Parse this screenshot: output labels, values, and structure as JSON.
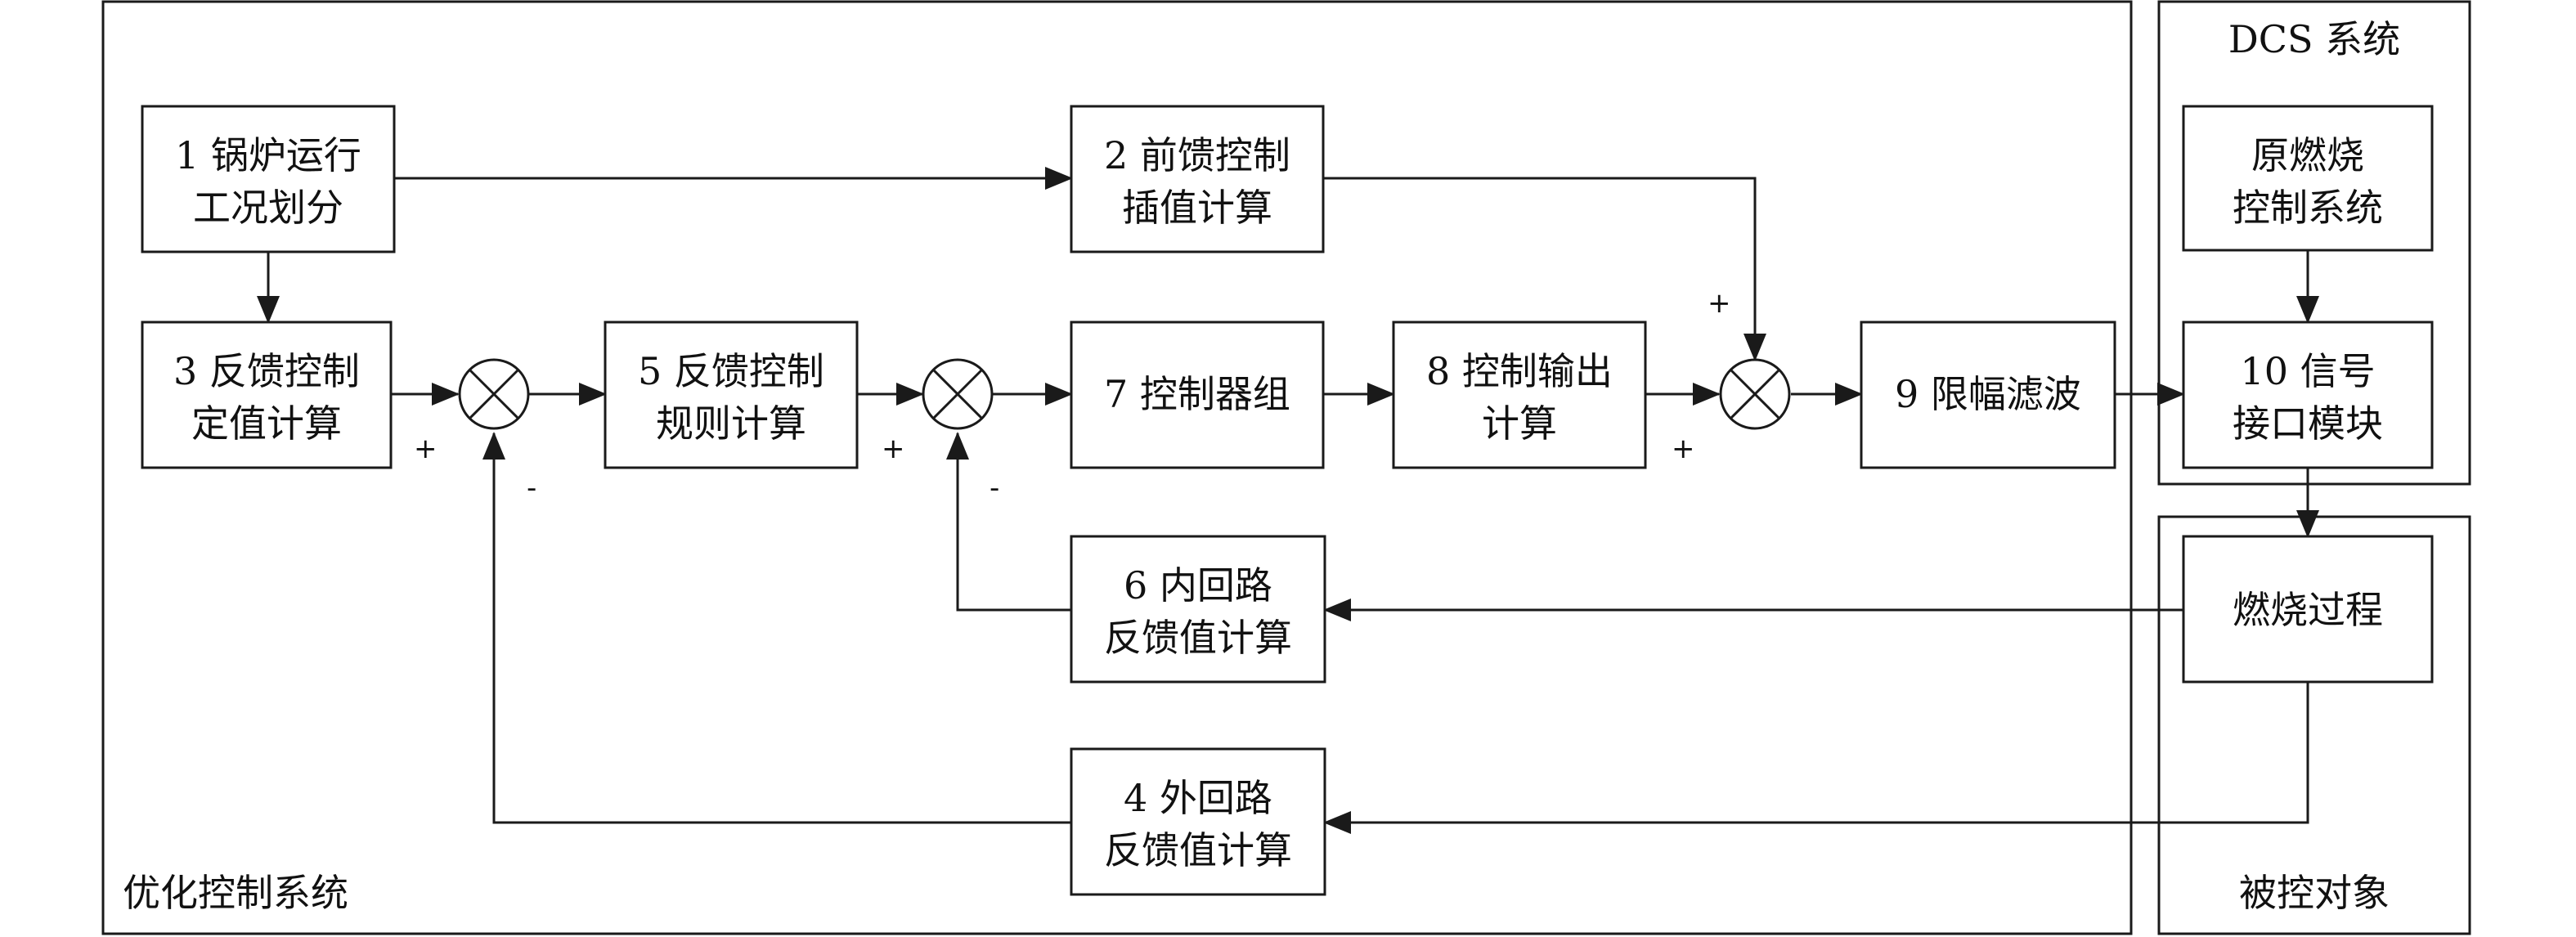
{
  "regions": {
    "optimization": "优化控制系统",
    "dcs": "DCS 系统",
    "plant": "被控对象"
  },
  "blocks": {
    "b1": [
      "1 锅炉运行",
      "工况划分"
    ],
    "b2": [
      "2 前馈控制",
      "插值计算"
    ],
    "b3": [
      "3 反馈控制",
      "定值计算"
    ],
    "b4": [
      "4 外回路",
      "反馈值计算"
    ],
    "b5": [
      "5 反馈控制",
      "规则计算"
    ],
    "b6": [
      "6 内回路",
      "反馈值计算"
    ],
    "b7": [
      "7 控制器组"
    ],
    "b8": [
      "8 控制输出",
      "计算"
    ],
    "b9": [
      "9 限幅滤波"
    ],
    "b10": [
      "10 信号",
      "接口模块"
    ],
    "orig": [
      "原燃烧",
      "控制系统"
    ],
    "combustion": [
      "燃烧过程"
    ]
  },
  "signs": {
    "s1_plus": "+",
    "s1_minus": "-",
    "s2_plus": "+",
    "s2_minus": "-",
    "s3_plus_top": "+",
    "s3_plus_left": "+"
  }
}
